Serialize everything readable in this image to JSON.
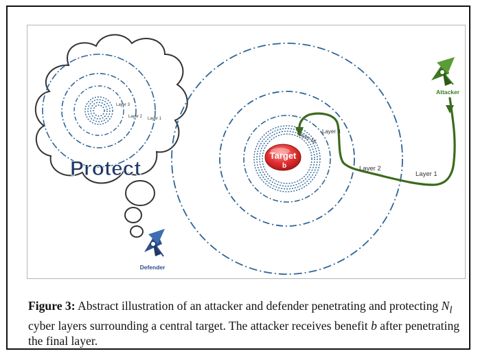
{
  "diagram": {
    "protect_label": "Protect",
    "defender_label": "Defender",
    "attacker_label": "Attacker",
    "target_label": "Target",
    "benefit_label": "b",
    "cloud_layer_labels": [
      "Layer 3",
      "Layer 2",
      "Layer 1"
    ],
    "main_layer_labels": [
      "Layer Nl",
      "Layer 3",
      "Layer 2",
      "Layer 1"
    ],
    "colors": {
      "ring": "#2f6496",
      "path": "#3b6a1c",
      "attacker": "#3c7a1e",
      "defender": "#2c4f8c",
      "target": "#d42626",
      "protect_text": "#1f3864"
    }
  },
  "caption": {
    "label": "Figure 3:",
    "text_1": " Abstract illustration of an attacker and defender penetrating and protecting ",
    "math_N": "N",
    "math_sub": "l",
    "text_2": " cyber layers surrounding a central target.  The attacker receives benefit ",
    "math_b": "b",
    "text_3": " after penetrating the final layer."
  }
}
